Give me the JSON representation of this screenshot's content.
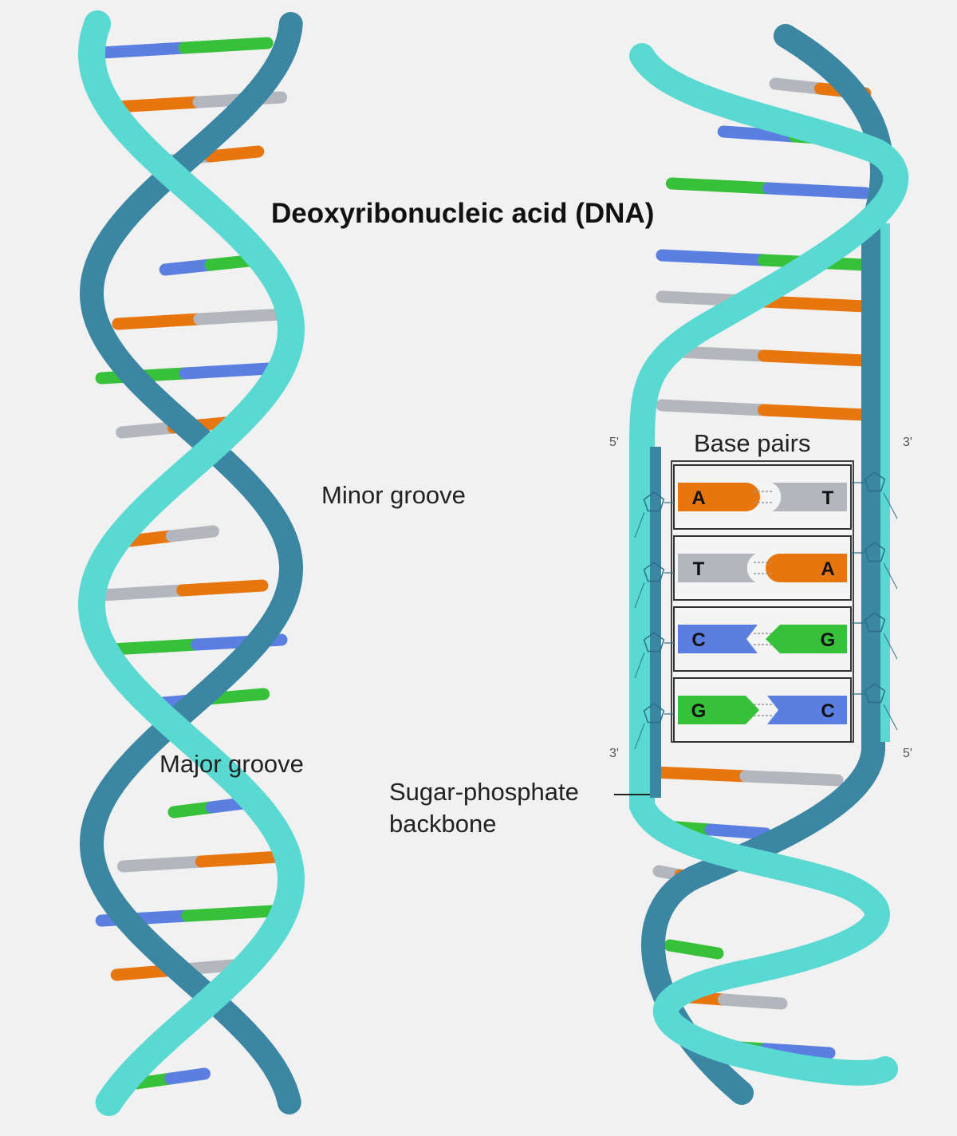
{
  "title": "Deoxyribonucleic acid (DNA)",
  "labels": {
    "minor_groove": "Minor groove",
    "major_groove": "Major groove",
    "backbone_line1": "Sugar-phosphate",
    "backbone_line2": "backbone",
    "base_pairs": "Base pairs",
    "end_5_top": "5'",
    "end_3_top": "3'",
    "end_3_bottom": "3'",
    "end_5_bottom": "5'"
  },
  "base_pairs": [
    {
      "left": "A",
      "right": "T"
    },
    {
      "left": "T",
      "right": "A"
    },
    {
      "left": "C",
      "right": "G"
    },
    {
      "left": "G",
      "right": "C"
    }
  ],
  "colors": {
    "background": "#f1f1f1",
    "strand_light": "#5ad9d3",
    "strand_dark": "#3b86a3",
    "adenine": "#e8760e",
    "thymine": "#b3b7bd",
    "cytosine": "#5b7fe0",
    "guanine": "#37c03a"
  }
}
